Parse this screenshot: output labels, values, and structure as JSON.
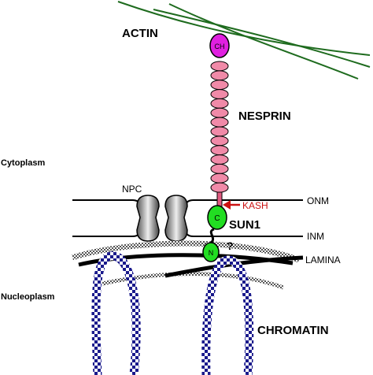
{
  "labels": {
    "actin": "ACTIN",
    "nesprin": "NESPRIN",
    "cytoplasm": "Cytoplasm",
    "npc": "NPC",
    "onm": "ONM",
    "kash": "KASH",
    "sun1": "SUN1",
    "inm": "INM",
    "lamina": "LAMINA",
    "nucleoplasm": "Nucleoplasm",
    "chromatin": "CHROMATIN",
    "question": "?",
    "ch_domain": "CH",
    "c_domain": "C",
    "n_domain": "N"
  },
  "colors": {
    "actin": "#1e6b1e",
    "ch_domain": "#e020e0",
    "spectrin_repeat": "#f08aa8",
    "sun_domain": "#22dd22",
    "kash_arrow": "#cc1111",
    "chromatin": "#1a1a8c",
    "membrane": "#000000"
  },
  "spectrin_repeat_count": 14
}
